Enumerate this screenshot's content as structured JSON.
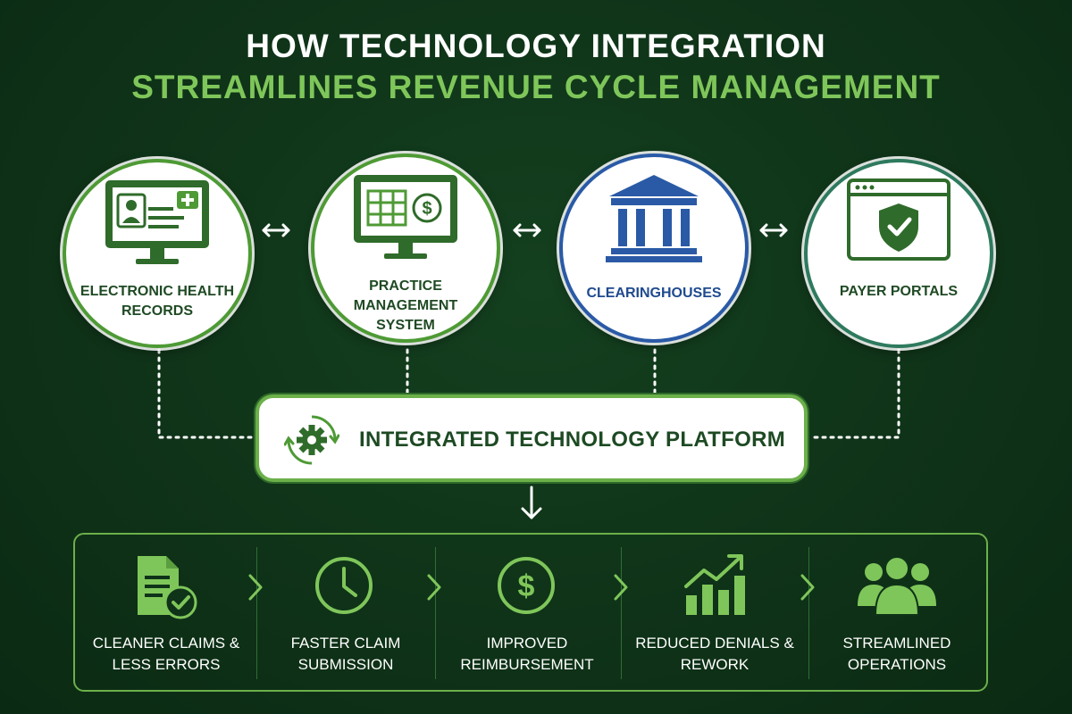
{
  "title": {
    "line1": "HOW TECHNOLOGY INTEGRATION",
    "line2": "STREAMLINES REVENUE CYCLE MANAGEMENT"
  },
  "systems": [
    {
      "label": "ELECTRONIC HEALTH RECORDS",
      "icon": "ehr-monitor-icon"
    },
    {
      "label": "PRACTICE MANAGEMENT SYSTEM",
      "icon": "billing-monitor-icon"
    },
    {
      "label": "CLEARINGHOUSES",
      "icon": "bank-building-icon"
    },
    {
      "label": "PAYER PORTALS",
      "icon": "secure-portal-icon"
    }
  ],
  "platform": {
    "label": "INTEGRATED TECHNOLOGY PLATFORM",
    "icon": "gear-sync-icon"
  },
  "outcomes": [
    {
      "label": "CLEANER CLAIMS & LESS ERRORS",
      "icon": "document-check-icon"
    },
    {
      "label": "FASTER CLAIM SUBMISSION",
      "icon": "clock-icon"
    },
    {
      "label": "IMPROVED REIMBURSEMENT",
      "icon": "dollar-circle-icon"
    },
    {
      "label": "REDUCED DENIALS & REWORK",
      "icon": "growth-chart-icon"
    },
    {
      "label": "STREAMLINED OPERATIONS",
      "icon": "team-icon"
    }
  ],
  "colors": {
    "background": "#0f3318",
    "accent_green": "#7fc65a",
    "node_blue": "#2a5aa6",
    "text_dark": "#1d4a23"
  }
}
